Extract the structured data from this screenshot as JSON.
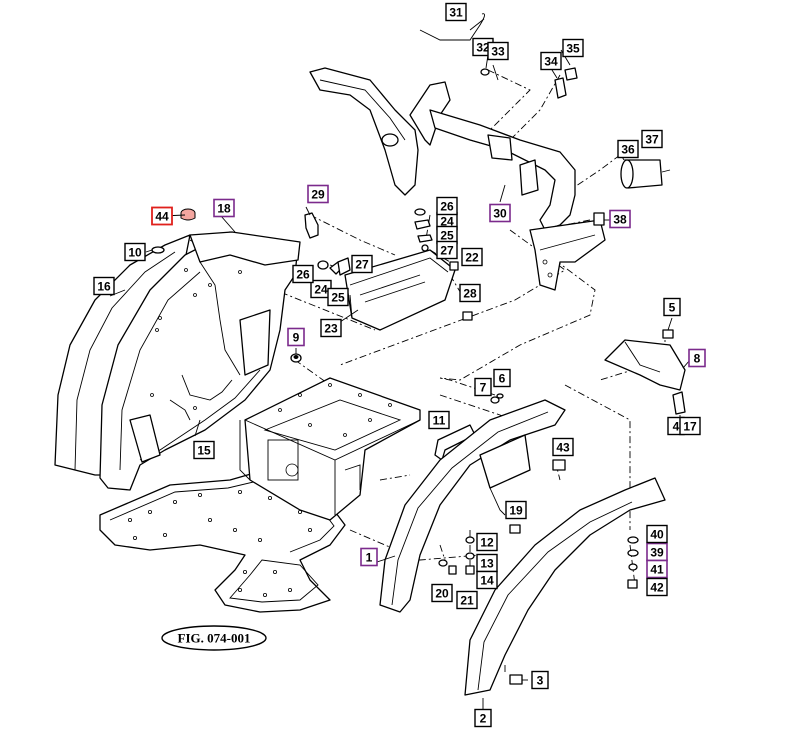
{
  "figure_label": "FIG. 074-001",
  "callouts": [
    {
      "id": "c1",
      "label": "1",
      "style": "hl"
    },
    {
      "id": "c2",
      "label": "2",
      "style": "plain"
    },
    {
      "id": "c3",
      "label": "3",
      "style": "plain"
    },
    {
      "id": "c4",
      "label": "4",
      "style": "plain"
    },
    {
      "id": "c5",
      "label": "5",
      "style": "plain"
    },
    {
      "id": "c6",
      "label": "6",
      "style": "plain"
    },
    {
      "id": "c7",
      "label": "7",
      "style": "plain"
    },
    {
      "id": "c8",
      "label": "8",
      "style": "hl"
    },
    {
      "id": "c9",
      "label": "9",
      "style": "hl"
    },
    {
      "id": "c10",
      "label": "10",
      "style": "plain"
    },
    {
      "id": "c11",
      "label": "11",
      "style": "plain"
    },
    {
      "id": "c12",
      "label": "12",
      "style": "plain"
    },
    {
      "id": "c13",
      "label": "13",
      "style": "plain"
    },
    {
      "id": "c14",
      "label": "14",
      "style": "plain"
    },
    {
      "id": "c15",
      "label": "15",
      "style": "plain"
    },
    {
      "id": "c16",
      "label": "16",
      "style": "plain"
    },
    {
      "id": "c17",
      "label": "17",
      "style": "plain"
    },
    {
      "id": "c18",
      "label": "18",
      "style": "hl"
    },
    {
      "id": "c19",
      "label": "19",
      "style": "plain"
    },
    {
      "id": "c20",
      "label": "20",
      "style": "plain"
    },
    {
      "id": "c21",
      "label": "21",
      "style": "plain"
    },
    {
      "id": "c22",
      "label": "22",
      "style": "plain"
    },
    {
      "id": "c23",
      "label": "23",
      "style": "plain"
    },
    {
      "id": "c24a",
      "label": "24",
      "style": "plain"
    },
    {
      "id": "c24b",
      "label": "24",
      "style": "plain"
    },
    {
      "id": "c25a",
      "label": "25",
      "style": "plain"
    },
    {
      "id": "c25b",
      "label": "25",
      "style": "plain"
    },
    {
      "id": "c26a",
      "label": "26",
      "style": "plain"
    },
    {
      "id": "c26b",
      "label": "26",
      "style": "plain"
    },
    {
      "id": "c27a",
      "label": "27",
      "style": "plain"
    },
    {
      "id": "c27b",
      "label": "27",
      "style": "plain"
    },
    {
      "id": "c28",
      "label": "28",
      "style": "plain"
    },
    {
      "id": "c29",
      "label": "29",
      "style": "hl"
    },
    {
      "id": "c30",
      "label": "30",
      "style": "hl"
    },
    {
      "id": "c31",
      "label": "31",
      "style": "plain"
    },
    {
      "id": "c32",
      "label": "32",
      "style": "plain"
    },
    {
      "id": "c33",
      "label": "33",
      "style": "plain"
    },
    {
      "id": "c34",
      "label": "34",
      "style": "plain"
    },
    {
      "id": "c35",
      "label": "35",
      "style": "plain"
    },
    {
      "id": "c36",
      "label": "36",
      "style": "plain"
    },
    {
      "id": "c37",
      "label": "37",
      "style": "plain"
    },
    {
      "id": "c38",
      "label": "38",
      "style": "hl"
    },
    {
      "id": "c39",
      "label": "39",
      "style": "hl"
    },
    {
      "id": "c40",
      "label": "40",
      "style": "plain"
    },
    {
      "id": "c41",
      "label": "41",
      "style": "hl"
    },
    {
      "id": "c42",
      "label": "42",
      "style": "plain"
    },
    {
      "id": "c43",
      "label": "43",
      "style": "plain"
    },
    {
      "id": "c44",
      "label": "44",
      "style": "red"
    }
  ],
  "colors": {
    "highlight_frame": "#7b2a8c",
    "selected_frame": "#e0201c",
    "selected_part_fill": "#f4a6a0",
    "line": "#000000",
    "background": "#ffffff"
  }
}
